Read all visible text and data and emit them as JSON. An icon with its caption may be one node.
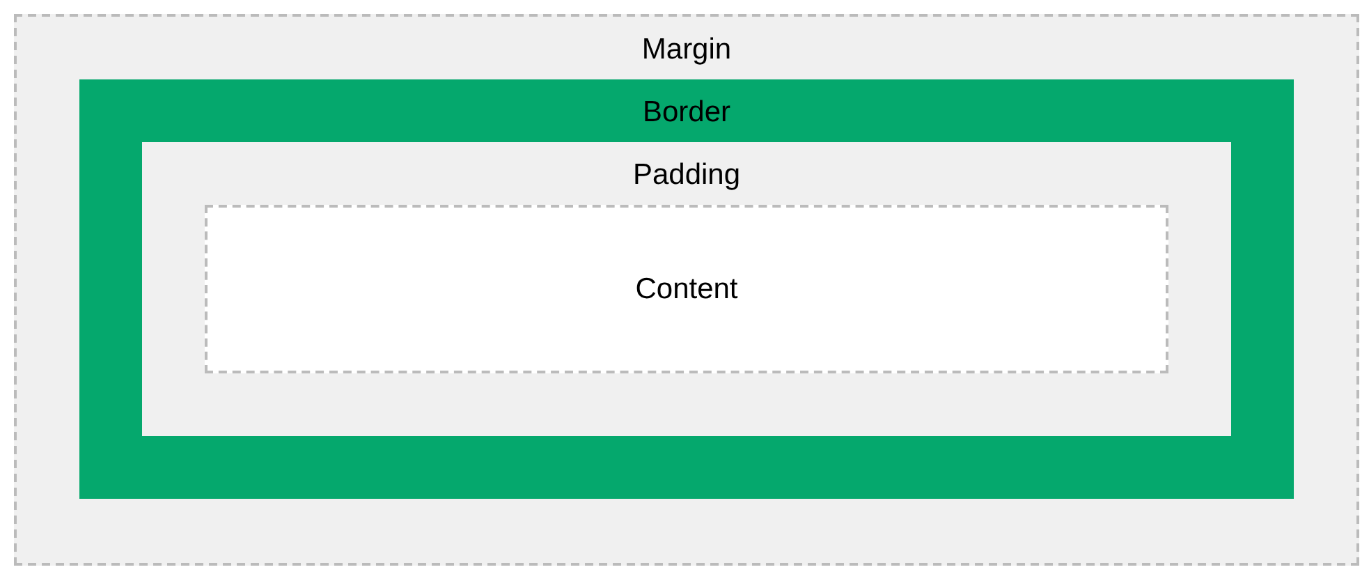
{
  "diagram": {
    "nodes": [
      {
        "text": [
          "Margin"
        ]
      },
      {
        "text": [
          "Border"
        ],
        "in": 0
      },
      {
        "text": [
          "Padding"
        ],
        "in": 1
      },
      {
        "text": [
          "Content"
        ],
        "in": 2
      }
    ]
  }
}
